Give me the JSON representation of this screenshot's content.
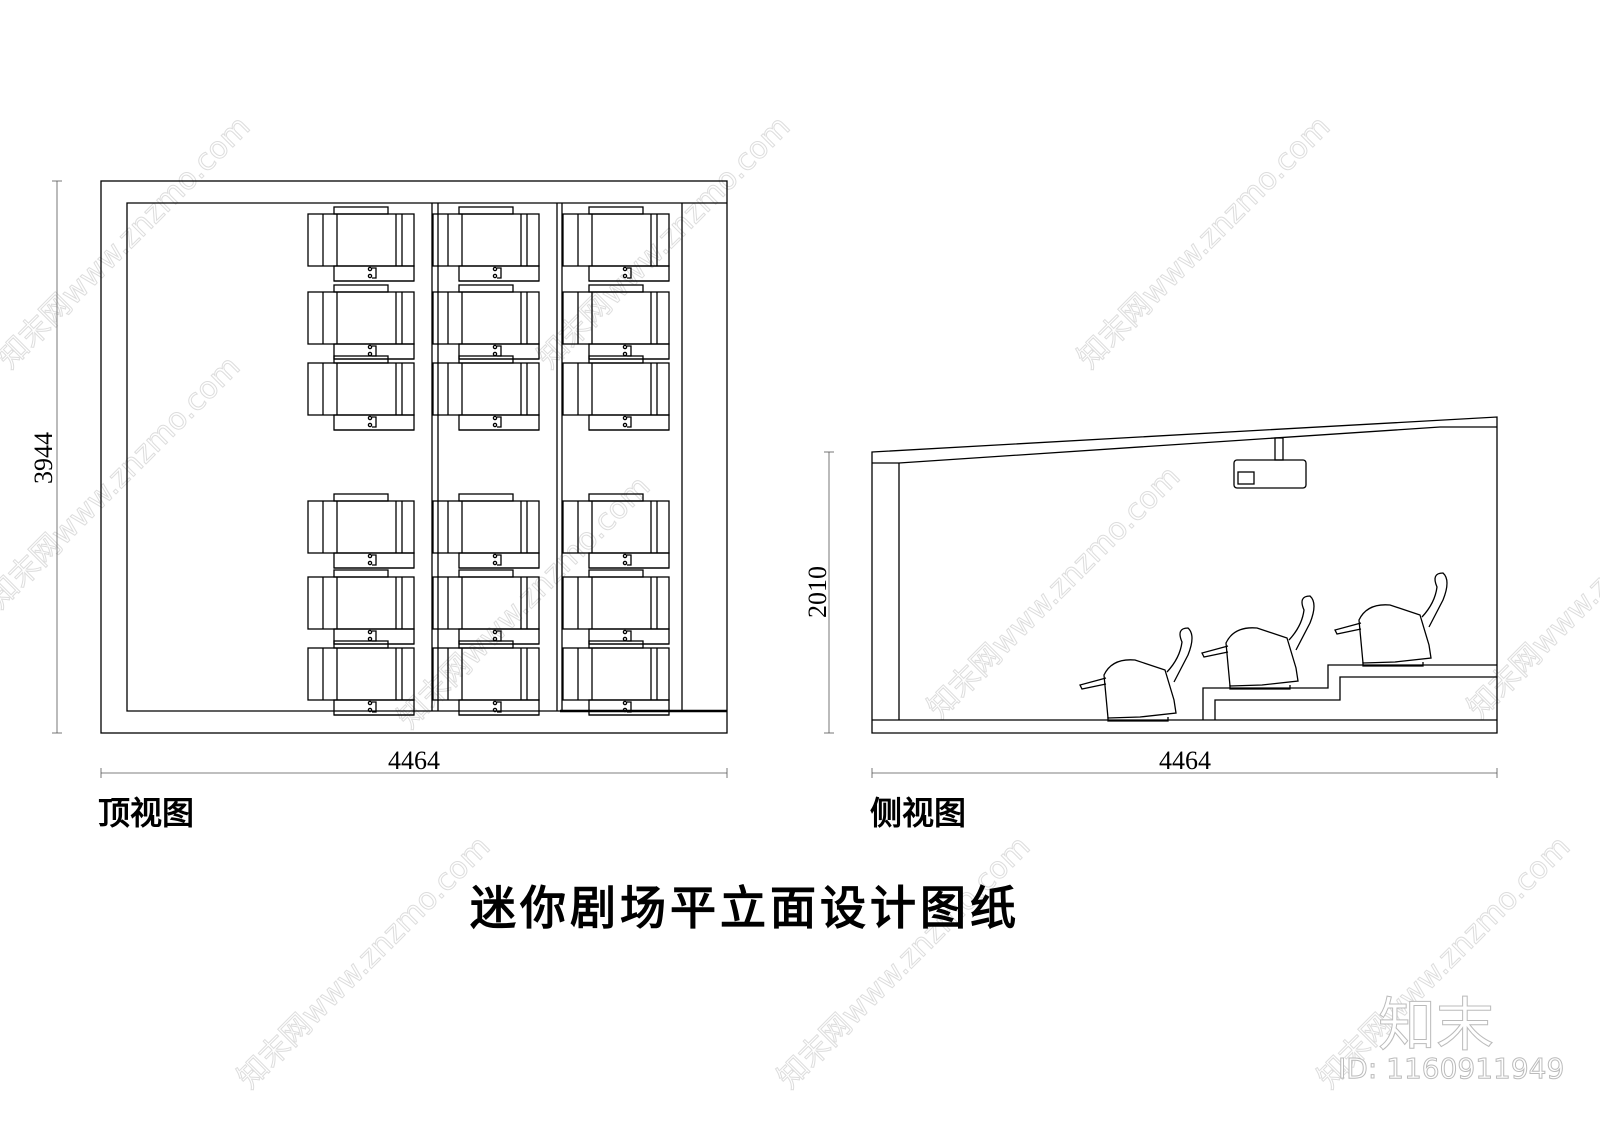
{
  "views": {
    "top": {
      "label": "顶视图",
      "width_dim": "4464",
      "depth_dim": "3944",
      "seat_columns": 3,
      "seat_rows": 6
    },
    "side": {
      "label": "侧视图",
      "width_dim": "4464",
      "height_dim": "2010",
      "chairs": 3,
      "steps": 2
    }
  },
  "title": "迷你剧场平立面设计图纸",
  "watermark": {
    "text": "知末网www.znzmo.com",
    "logo": "知末",
    "id": "ID: 1160911949"
  },
  "colors": {
    "line": "#000000",
    "watermark": "#dddddd"
  }
}
